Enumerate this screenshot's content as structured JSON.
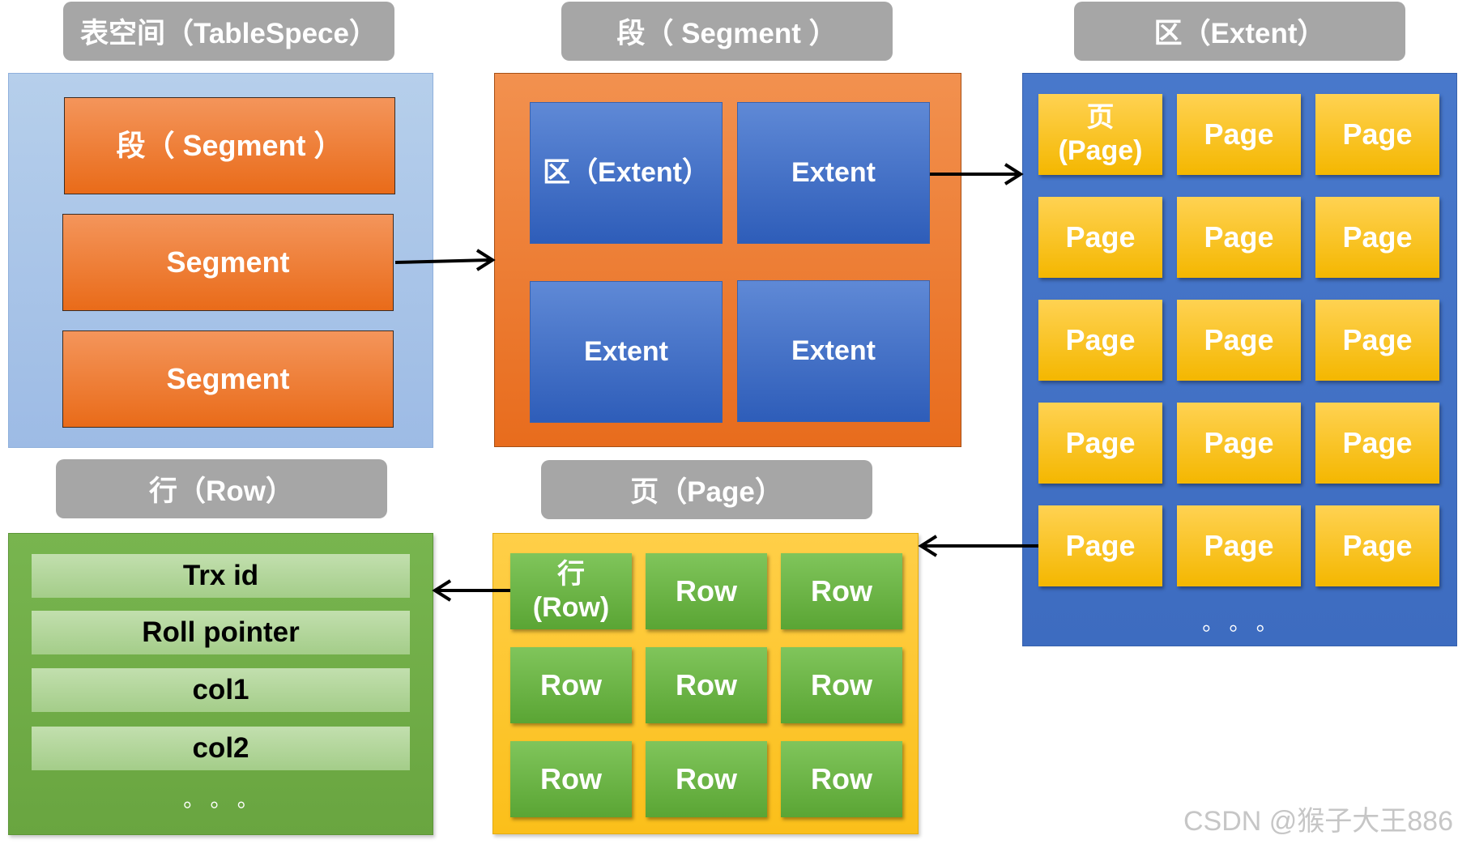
{
  "headers": {
    "tablespace": "表空间（TableSpece）",
    "segment": "段（ Segment ）",
    "extent": "区（Extent）",
    "row": "行（Row）",
    "page": "页（Page）"
  },
  "tablespace": {
    "segments": [
      "段（ Segment ）",
      "Segment",
      "Segment"
    ]
  },
  "segment": {
    "extents": [
      "区（Extent）",
      "Extent",
      "Extent",
      "Extent"
    ]
  },
  "extent": {
    "pages": [
      "页\n(Page)",
      "Page",
      "Page",
      "Page",
      "Page",
      "Page",
      "Page",
      "Page",
      "Page",
      "Page",
      "Page",
      "Page",
      "Page",
      "Page",
      "Page"
    ],
    "more": "。 。 。"
  },
  "page": {
    "rows": [
      "行\n(Row)",
      "Row",
      "Row",
      "Row",
      "Row",
      "Row",
      "Row",
      "Row",
      "Row"
    ]
  },
  "row": {
    "fields": [
      "Trx id",
      "Roll pointer",
      "col1",
      "col2"
    ],
    "more": "。 。 。"
  },
  "watermark": "CSDN @猴子大王886",
  "colors": {
    "header_gray": "#a6a6a6",
    "tablespace_blue": "#a8c6e8",
    "segment_orange": "#ed7d31",
    "extent_blue": "#4472c4",
    "page_yellow": "#ffc000",
    "row_green": "#70ad47",
    "field_green": "#a9d18e",
    "arrow": "#000000"
  }
}
